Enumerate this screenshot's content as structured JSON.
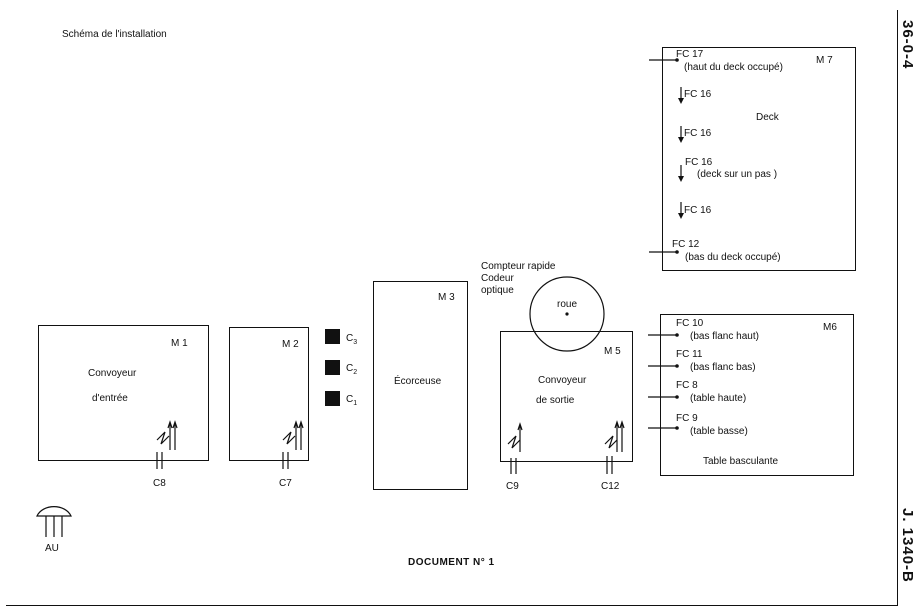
{
  "header": {
    "title": "Schéma de l'installation"
  },
  "side_codes": {
    "top": "36-0-4",
    "bottom": "J. 1340-B"
  },
  "footer": {
    "document_label": "DOCUMENT N° 1"
  },
  "au": {
    "label": "AU"
  },
  "m1": {
    "code": "M 1",
    "name_line1": "Convoyeur",
    "name_line2": "d'entrée",
    "sensor": "C8"
  },
  "m2": {
    "code": "M 2",
    "sensor": "C7"
  },
  "cells": [
    {
      "label": "C",
      "sub": "3"
    },
    {
      "label": "C",
      "sub": "2"
    },
    {
      "label": "C",
      "sub": "1"
    }
  ],
  "m3": {
    "code": "M 3",
    "name": "Écorceuse"
  },
  "counter": {
    "line1": "Compteur rapide",
    "line2": "Codeur",
    "line3": "optique",
    "wheel": "roue"
  },
  "m5": {
    "code": "M 5",
    "name_line1": "Convoyeur",
    "name_line2": "de sortie",
    "sensor_left": "C9",
    "sensor_right": "C12"
  },
  "m7": {
    "code": "M 7",
    "name": "Deck",
    "switches": [
      {
        "code": "FC 17",
        "desc": "(haut du deck occupé)"
      },
      {
        "code": "FC 16",
        "desc": ""
      },
      {
        "code": "FC 16",
        "desc": ""
      },
      {
        "code": "FC 16",
        "desc": "(deck sur un pas )"
      },
      {
        "code": "FC 16",
        "desc": ""
      },
      {
        "code": "FC 12",
        "desc": "(bas du deck occupé)"
      }
    ]
  },
  "m6": {
    "code": "M6",
    "name": "Table basculante",
    "switches": [
      {
        "code": "FC 10",
        "desc": "(bas flanc haut)"
      },
      {
        "code": "FC 11",
        "desc": "(bas flanc bas)"
      },
      {
        "code": "FC 8",
        "desc": "(table haute)"
      },
      {
        "code": "FC 9",
        "desc": "(table basse)"
      }
    ]
  }
}
